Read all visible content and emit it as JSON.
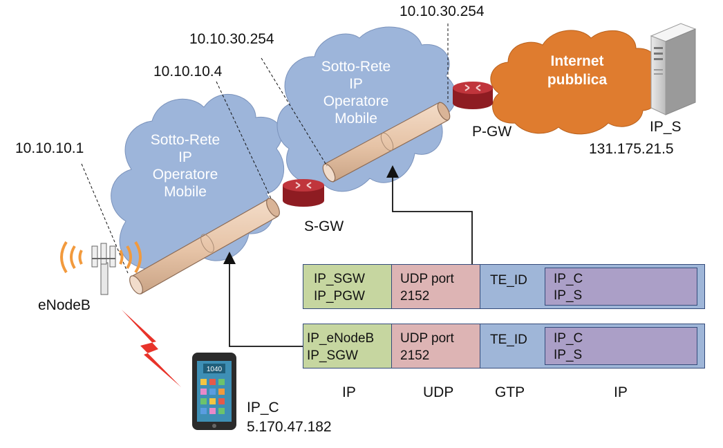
{
  "addresses": {
    "enb_left": "10.10.10.1",
    "sgw_left": "10.10.10.4",
    "sgw_right": "10.10.30.254",
    "pgw_left": "10.10.30.254"
  },
  "cloud1": {
    "line1": "Sotto-Rete",
    "line2": "IP",
    "line3": "Operatore",
    "line4": "Mobile"
  },
  "cloud2": {
    "line1": "Sotto-Rete",
    "line2": "IP",
    "line3": "Operatore",
    "line4": "Mobile"
  },
  "internet": {
    "line1": "Internet",
    "line2": "pubblica"
  },
  "nodes": {
    "sgw": "S-GW",
    "pgw": "P-GW",
    "enodeb": "eNodeB",
    "server_name": "IP_S",
    "server_ip": "131.175.21.5",
    "client_name": "IP_C",
    "client_ip": "5.170.47.182"
  },
  "phone_screen": "1040",
  "packet_top": {
    "ip_line1": "IP_SGW",
    "ip_line2": "IP_PGW",
    "udp_line1": "UDP port",
    "udp_line2": "2152",
    "gtp": "TE_ID",
    "inner_line1": "IP_C",
    "inner_line2": "IP_S"
  },
  "packet_bottom": {
    "ip_line1": "IP_eNodeB",
    "ip_line2": "IP_SGW",
    "udp_line1": "UDP port",
    "udp_line2": "2152",
    "gtp": "TE_ID",
    "inner_line1": "IP_C",
    "inner_line2": "IP_S"
  },
  "layers": {
    "ip": "IP",
    "udp": "UDP",
    "gtp": "GTP",
    "ip_inner": "IP"
  },
  "colors": {
    "cloud": "#9db5da",
    "internet": "#df7c2f",
    "tunnel": "#e8c9b0",
    "router": "#b3262e",
    "bolt": "#e8332a",
    "ip_header": "#c6d6a0",
    "udp_header": "#ddb4b4",
    "gtp_header": "#9fb6d8",
    "inner_ip": "#ab9fc7"
  }
}
